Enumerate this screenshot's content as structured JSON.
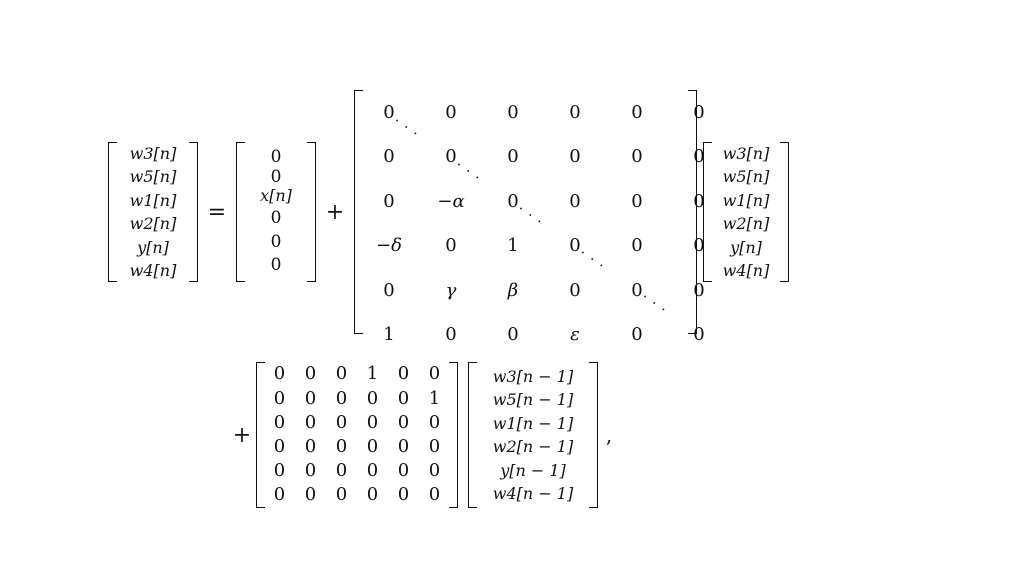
{
  "lhs": {
    "vector": [
      "w3[n]",
      "w5[n]",
      "w1[n]",
      "w2[n]",
      "y[n]",
      "w4[n]"
    ]
  },
  "equals": "=",
  "plus": "+",
  "input_vector": [
    "0",
    "0",
    "x[n]",
    "0",
    "0",
    "0"
  ],
  "matrix_a": [
    [
      "0",
      "0",
      "0",
      "0",
      "0",
      "0"
    ],
    [
      "0",
      "0",
      "0",
      "0",
      "0",
      "0"
    ],
    [
      "0",
      "−α",
      "0",
      "0",
      "0",
      "0"
    ],
    [
      "−δ",
      "0",
      "1",
      "0",
      "0",
      "0"
    ],
    [
      "0",
      "γ",
      "β",
      "0",
      "0",
      "0"
    ],
    [
      "1",
      "0",
      "0",
      "ε",
      "0",
      "0"
    ]
  ],
  "diag_dots": "⋅ ⋅ ⋅",
  "rhs_vector": [
    "w3[n]",
    "w5[n]",
    "w1[n]",
    "w2[n]",
    "y[n]",
    "w4[n]"
  ],
  "matrix_b": [
    [
      "0",
      "0",
      "0",
      "1",
      "0",
      "0"
    ],
    [
      "0",
      "0",
      "0",
      "0",
      "0",
      "1"
    ],
    [
      "0",
      "0",
      "0",
      "0",
      "0",
      "0"
    ],
    [
      "0",
      "0",
      "0",
      "0",
      "0",
      "0"
    ],
    [
      "0",
      "0",
      "0",
      "0",
      "0",
      "0"
    ],
    [
      "0",
      "0",
      "0",
      "0",
      "0",
      "0"
    ]
  ],
  "delayed_vector": [
    "w3[n − 1]",
    "w5[n − 1]",
    "w1[n − 1]",
    "w2[n − 1]",
    "y[n − 1]",
    "w4[n − 1]"
  ],
  "trailing_comma": ","
}
